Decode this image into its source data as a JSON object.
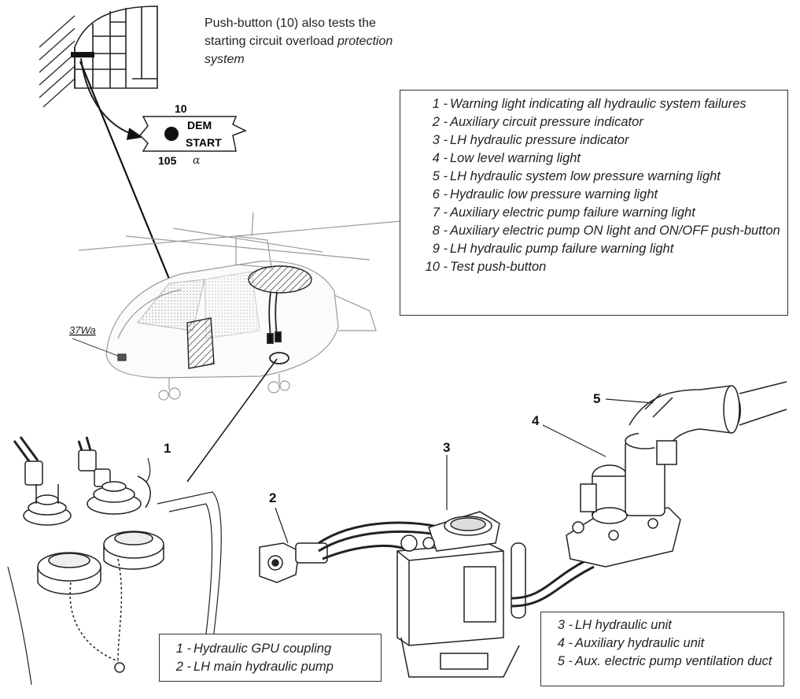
{
  "note": {
    "line1": "Push-button (10) also tests the",
    "line2_plain": "starting circuit overload ",
    "line2_italic": "protection",
    "line3_italic": "system"
  },
  "test_panel": {
    "item_number": "10",
    "text_top": "DEM",
    "text_bottom": "START",
    "ref_number": "105",
    "ref_suffix": "α"
  },
  "aircraft_ref": "37Wa",
  "callouts": {
    "c1": "1",
    "c2": "2",
    "c3": "3",
    "c4": "4",
    "c5": "5"
  },
  "legend_main": [
    {
      "num": "1 -",
      "text": "Warning light indicating all hydraulic system failures"
    },
    {
      "num": "2 -",
      "text": "Auxiliary circuit pressure indicator"
    },
    {
      "num": "3 -",
      "text": "LH hydraulic pressure indicator"
    },
    {
      "num": "4 -",
      "text": "Low level warning light"
    },
    {
      "num": "5 -",
      "text": "LH hydraulic system low pressure warning light"
    },
    {
      "num": "6 -",
      "text": "Hydraulic low pressure warning light"
    },
    {
      "num": "7 -",
      "text": "Auxiliary electric pump failure warning light"
    },
    {
      "num": "8 -",
      "text": "Auxiliary electric pump ON light and ON/OFF push-button"
    },
    {
      "num": "9 -",
      "text": "LH hydraulic pump failure warning light"
    },
    {
      "num": "10 -",
      "text": "Test push-button"
    }
  ],
  "legend_left": [
    {
      "num": "1 -",
      "text": "Hydraulic GPU coupling"
    },
    {
      "num": "2 -",
      "text": "LH main hydraulic pump"
    }
  ],
  "legend_right": [
    {
      "num": "3 -",
      "text": "LH hydraulic unit"
    },
    {
      "num": "4 -",
      "text": "Auxiliary hydraulic unit"
    },
    {
      "num": "5 -",
      "text": "Aux. electric pump ventilation duct"
    }
  ]
}
